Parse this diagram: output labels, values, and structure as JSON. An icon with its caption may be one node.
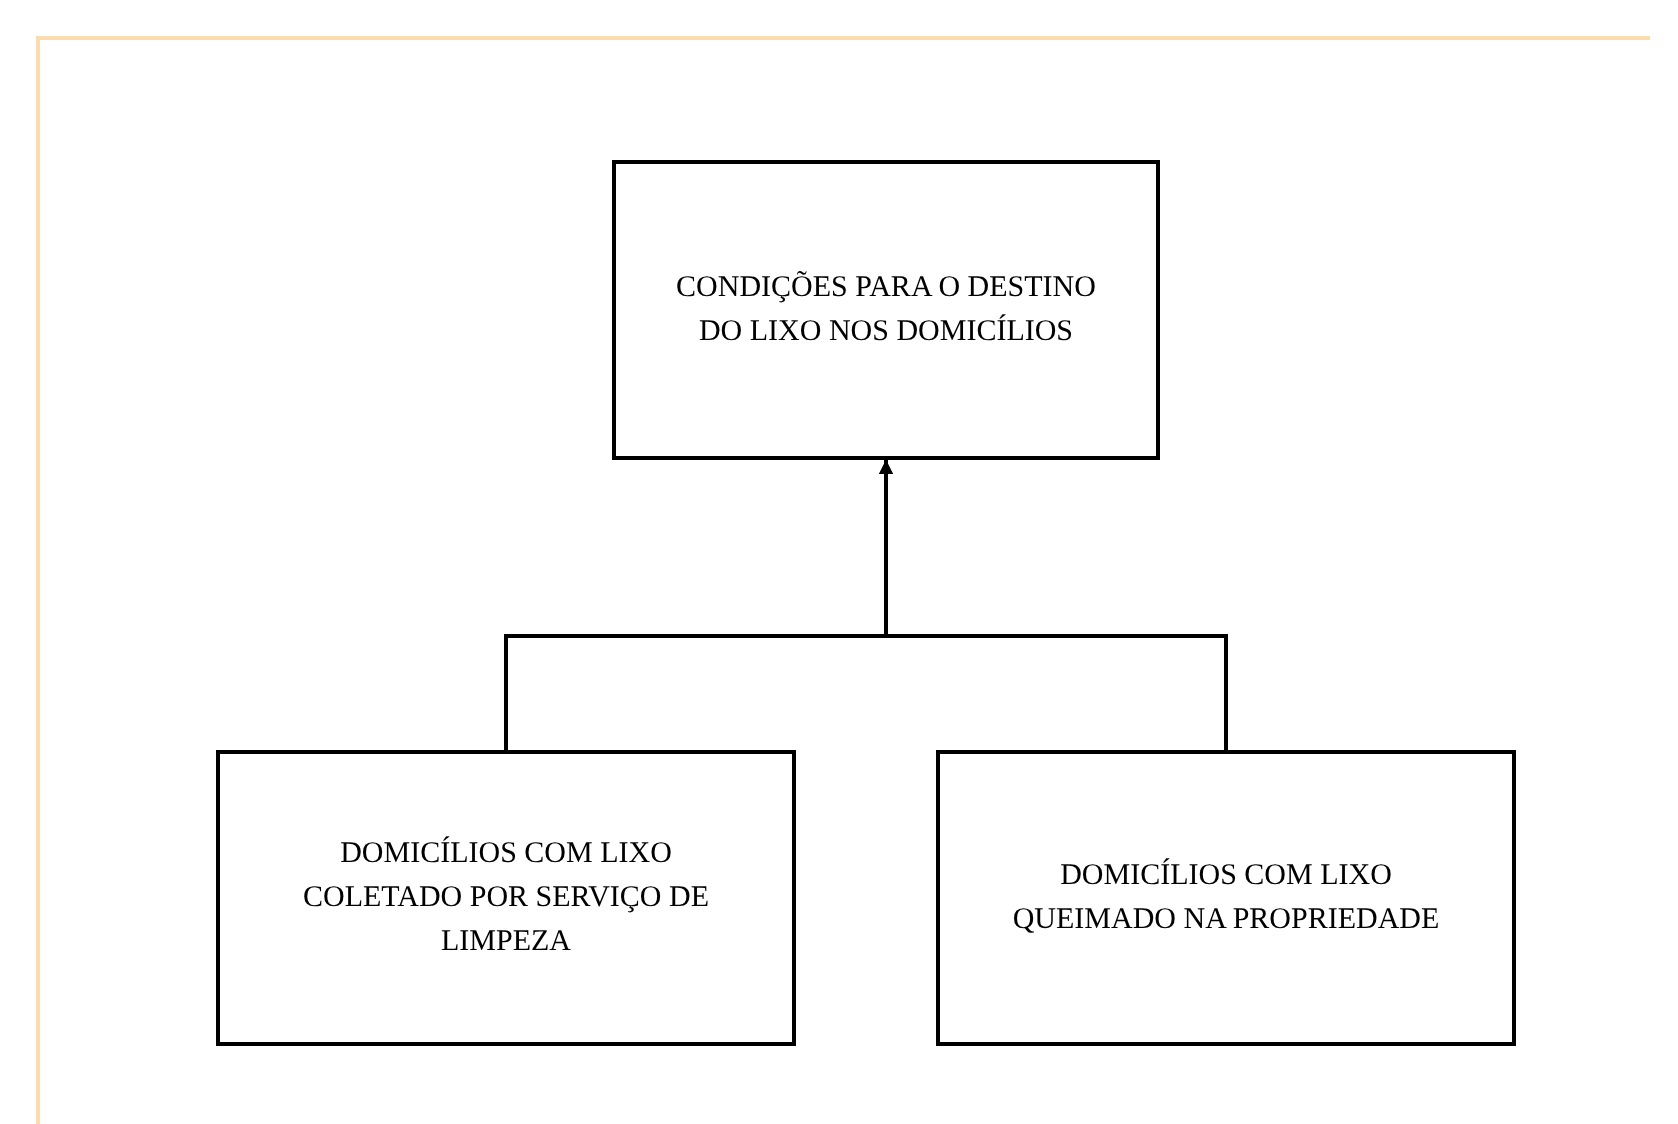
{
  "diagram": {
    "nodes": [
      {
        "text": [
          "CONDIÇÕES PARA O DESTINO DO LIXO NOS DOMICÍLIOS"
        ]
      },
      {
        "text": [
          "DOMICÍLIOS COM LIXO COLETADO POR SERVIÇO DE LIMPEZA"
        ]
      },
      {
        "text": [
          "DOMICÍLIOS COM LIXO QUEIMADO NA PROPRIEDADE"
        ]
      }
    ],
    "edges": [
      {
        "from": 1,
        "to": 0,
        "arrow": "to"
      },
      {
        "from": 2,
        "to": 0,
        "arrow": "to"
      }
    ]
  }
}
